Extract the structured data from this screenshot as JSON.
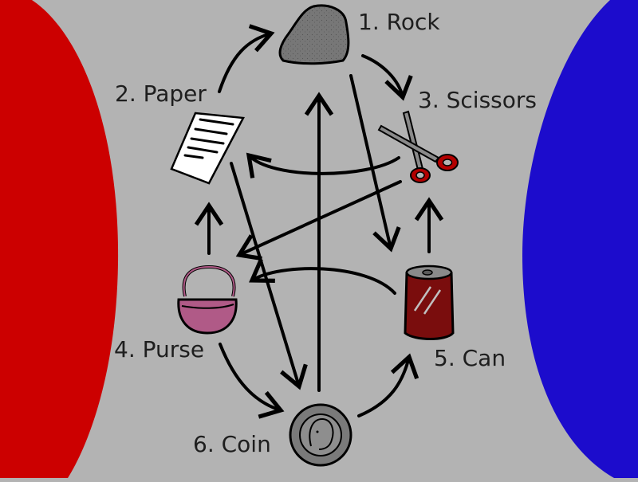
{
  "nodes": [
    {
      "id": "rock",
      "label": "1. Rock",
      "icon": "rock-icon"
    },
    {
      "id": "paper",
      "label": "2. Paper",
      "icon": "paper-icon"
    },
    {
      "id": "scissors",
      "label": "3. Scissors",
      "icon": "scissors-icon"
    },
    {
      "id": "purse",
      "label": "4. Purse",
      "icon": "purse-icon"
    },
    {
      "id": "can",
      "label": "5. Can",
      "icon": "can-icon"
    },
    {
      "id": "coin",
      "label": "6. Coin",
      "icon": "coin-icon"
    }
  ],
  "edges": [
    {
      "from": "paper",
      "to": "rock"
    },
    {
      "from": "rock",
      "to": "scissors"
    },
    {
      "from": "scissors",
      "to": "paper"
    },
    {
      "from": "purse",
      "to": "paper"
    },
    {
      "from": "can",
      "to": "scissors"
    },
    {
      "from": "can",
      "to": "purse"
    },
    {
      "from": "purse",
      "to": "coin"
    },
    {
      "from": "coin",
      "to": "can"
    },
    {
      "from": "coin",
      "to": "rock"
    },
    {
      "from": "rock",
      "to": "can"
    },
    {
      "from": "paper",
      "to": "coin"
    },
    {
      "from": "scissors",
      "to": "purse"
    }
  ],
  "colors": {
    "background": "#b3b3b3",
    "left_panel": "#cc0000",
    "right_panel": "#1c0ccc",
    "rock": "#7a7a7a",
    "purse": "#b05a87",
    "can": "#7a0d0d",
    "coin": "#808080",
    "scissors_handle": "#b30000",
    "arrow": "#000000"
  }
}
